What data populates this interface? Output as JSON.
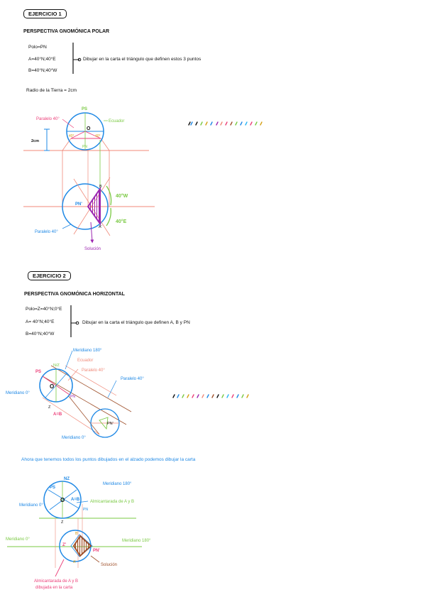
{
  "ex1": {
    "box": "EJERCICIO 1",
    "title": "PERSPECTIVA GNOMÓNICA POLAR",
    "data": [
      "Polo=PN",
      "A=40°N;40°E",
      "B=40°N;40°W"
    ],
    "instruction": "Dibujar en la carta el triángulo que definen estos 3 puntos",
    "radius": "Radio de la Tierra = 2cm",
    "labels": {
      "paralelo_top": "Paralelo 40°",
      "ps": "PS",
      "o": "O",
      "ecuador": "Ecuador",
      "d40a": "40°",
      "d40b": "40°",
      "pn_small": "PN",
      "dim": "2cm",
      "b": "B",
      "w40": "40°W",
      "pn": "PN'",
      "e40": "40°E",
      "a": "A'",
      "paralelo_bottom": "Paralelo 40°",
      "solucion": "Solución"
    }
  },
  "ex2": {
    "box": "EJERCICIO 2",
    "title": "PERSPECTIVA GNOMÓNICA HORIZONTAL",
    "data": [
      "Polo=Z=40°N;0°E",
      "A= 40°N;40°E",
      "B=40°N;40°W"
    ],
    "instruction": "Dibujar en la carta el triángulo que definen A, B y PN",
    "labels": {
      "meridiano180": "Meridiano 180°",
      "nz": "N/Z",
      "ecuador": "Ecuador",
      "ps": "PS",
      "paralelo40a": "Paralelo 40°",
      "paralelo40b": "Paralelo 40°",
      "o": "O",
      "meridiano0": "Meridiano 0°",
      "pn": "PN",
      "z": "Z",
      "azb": "A=B",
      "pn2": "PN'",
      "meridiano0b": "Meridiano 0°"
    }
  },
  "note": "Ahora que tenemos todos los puntos dibujados en el alzado podemos dibujar la carta",
  "ex3": {
    "labels": {
      "ps": "PS",
      "nz": "NZ",
      "meridiano180": "Meridiano 180°",
      "o": "O",
      "azb": "A=B",
      "pn": "PN",
      "meridiano0": "Meridiano 0°",
      "almic": "Almicantarada de A y B",
      "z": "Z",
      "meridiano0b": "Meridiano 0°",
      "meridiano180b": "Meridiano 180°",
      "b1": "B'",
      "z1": "Z'",
      "pn1": "PN'",
      "a1": "A'",
      "solucion": "Solución",
      "almic_l1": "Almicantarada de A y B",
      "almic_l2": "dibujada en la carta"
    }
  },
  "colors": {
    "blue": "#1e88e5",
    "pink": "#ec407a",
    "salmon": "#f08a7a",
    "green": "#7ac943",
    "purple": "#9c27b0",
    "brown": "#a0522d",
    "gold": "#d4a017"
  }
}
